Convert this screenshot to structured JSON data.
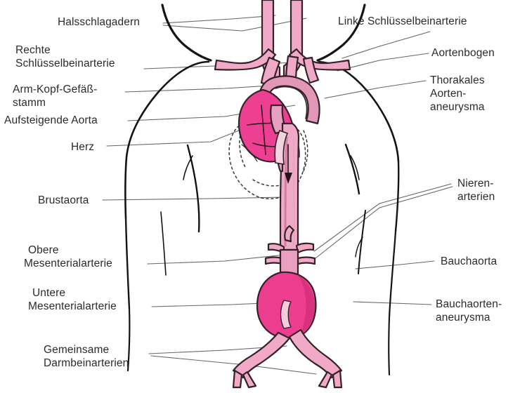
{
  "figure": {
    "kind": "anatomical-diagram",
    "subject": "Aorta mit thorakalem und abdominalem Aortenaneurysma",
    "language": "de",
    "colors": {
      "vessel_light_pink": "#f0aac7",
      "vessel_outline": "#3a2a30",
      "aneurysm_magenta": "#ec3d8f",
      "heart_magenta": "#ee4093",
      "arch_mid_pink": "#e08aa8",
      "body_outline": "#1a1a1a",
      "leader_line": "#555555",
      "text": "#2b2b2b",
      "background": "#ffffff"
    }
  },
  "labels": {
    "halsschlagadern": "Halsschlagadern",
    "rechte_schluesselbeinarterie_l1": "Rechte",
    "rechte_schluesselbeinarterie_l2": "Schlüsselbeinarterie",
    "arm_kopf_gefaessstamm_l1": "Arm-Kopf-Gefäß-",
    "arm_kopf_gefaessstamm_l2": "stamm",
    "aufsteigende_aorta": "Aufsteigende Aorta",
    "herz": "Herz",
    "brustaorta": "Brustaorta",
    "obere_mesenterialarterie_l1": "Obere",
    "obere_mesenterialarterie_l2": "Mesenterialarterie",
    "untere_mesenterialarterie_l1": "Untere",
    "untere_mesenterialarterie_l2": "Mesenterialarterie",
    "gemeinsame_darmbeinarterien_l1": "Gemeinsame",
    "gemeinsame_darmbeinarterien_l2": "Darmbeinarterien",
    "linke_schluesselbeinarterie": "Linke Schlüsselbeinarterie",
    "aortenbogen": "Aortenbogen",
    "thorakales_aortenaneurysma_l1": "Thorakales",
    "thorakales_aortenaneurysma_l2": "Aorten-",
    "thorakales_aortenaneurysma_l3": "aneurysma",
    "nierenarterien_l1": "Nieren-",
    "nierenarterien_l2": "arterien",
    "bauchaorta": "Bauchaorta",
    "bauchaortenaneurysma_l1": "Bauchaorten-",
    "bauchaortenaneurysma_l2": "aneurysma"
  }
}
